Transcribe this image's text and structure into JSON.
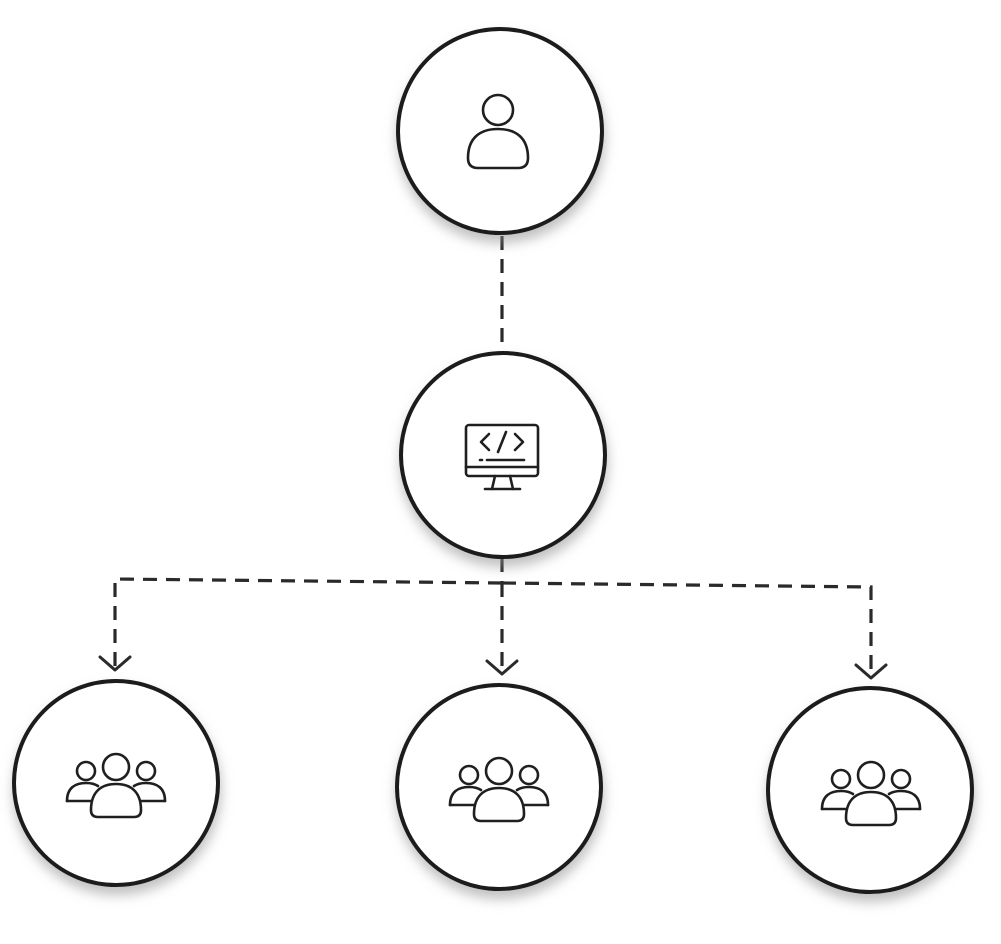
{
  "diagram": {
    "nodes": [
      {
        "id": "root",
        "icon": "user-icon"
      },
      {
        "id": "developer",
        "icon": "code-monitor-icon"
      },
      {
        "id": "group-left",
        "icon": "users-group-icon"
      },
      {
        "id": "group-middle",
        "icon": "users-group-icon"
      },
      {
        "id": "group-right",
        "icon": "users-group-icon"
      }
    ],
    "edges": [
      {
        "from": "root",
        "to": "developer",
        "style": "dashed",
        "arrow": false
      },
      {
        "from": "developer",
        "to": "group-left",
        "style": "dashed",
        "arrow": true
      },
      {
        "from": "developer",
        "to": "group-middle",
        "style": "dashed",
        "arrow": true
      },
      {
        "from": "developer",
        "to": "group-right",
        "style": "dashed",
        "arrow": true
      }
    ],
    "colors": {
      "stroke": "#1f1f1f",
      "background": "#ffffff",
      "shadow": "#9a9a9a"
    }
  }
}
